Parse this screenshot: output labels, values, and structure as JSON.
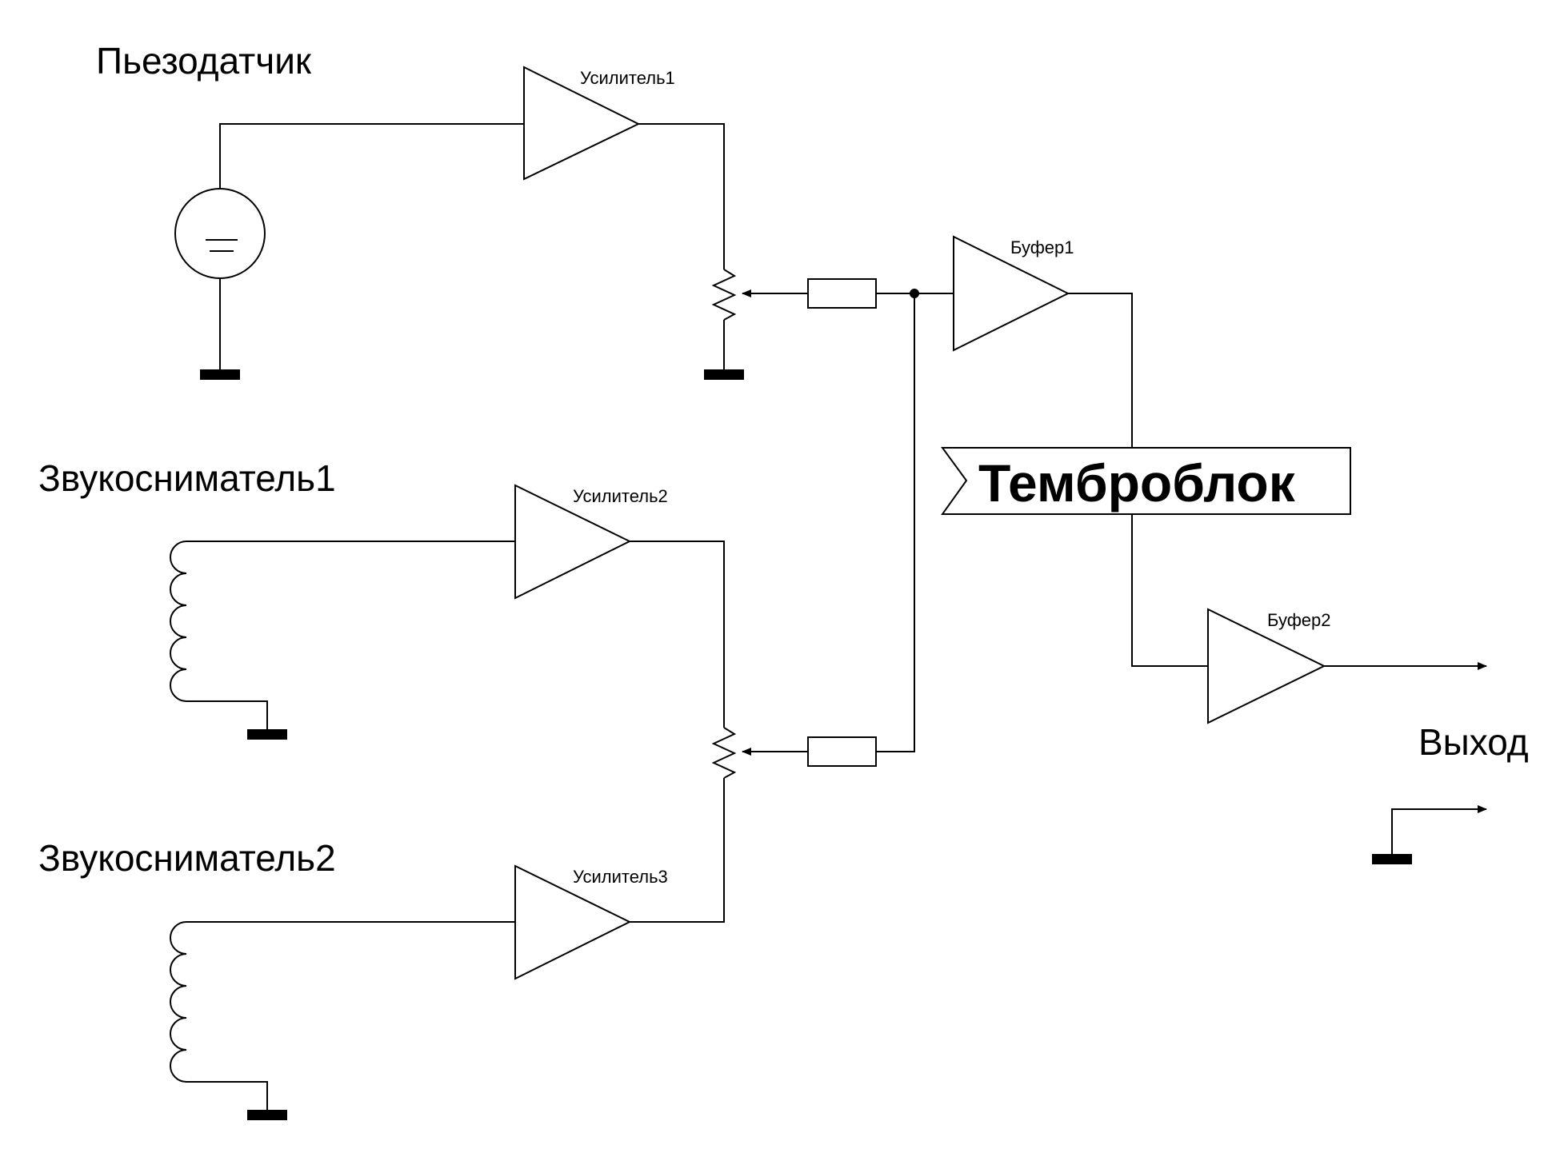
{
  "labels": {
    "piezo": "Пьезодатчик",
    "pickup1": "Звукосниматель1",
    "pickup2": "Звукосниматель2",
    "output": "Выход",
    "tone_block": "Темброблок"
  },
  "blocks": {
    "amp1": "Усилитель1",
    "amp2": "Усилитель2",
    "amp3": "Усилитель3",
    "buf1": "Буфер1",
    "buf2": "Буфер2"
  }
}
